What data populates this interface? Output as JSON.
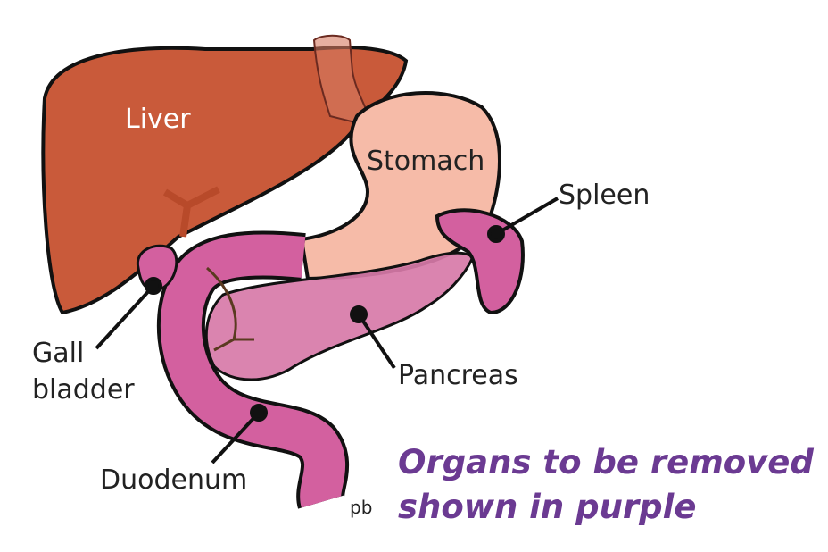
{
  "labels": {
    "liver": "Liver",
    "stomach": "Stomach",
    "spleen": "Spleen",
    "gall_bladder_line1": "Gall",
    "gall_bladder_line2": "bladder",
    "pancreas": "Pancreas",
    "duodenum": "Duodenum"
  },
  "caption": {
    "line1": "Organs to be removed",
    "line2": "shown in purple"
  },
  "signature": "pb",
  "colors": {
    "liver": "#c95a3a",
    "stomach": "#f6bba8",
    "removed_organ": "#d3609f",
    "caption": "#6b3a92"
  }
}
